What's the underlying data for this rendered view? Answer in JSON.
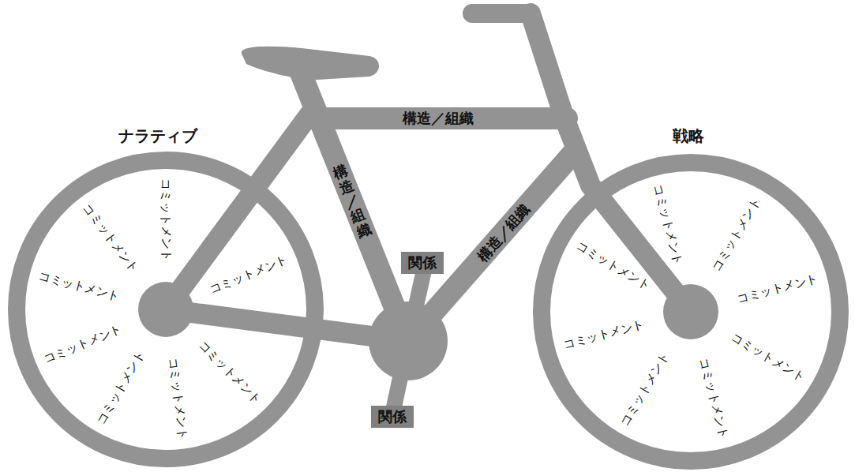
{
  "diagram": {
    "nodes": [
      {
        "text": [
          "関係"
        ]
      },
      {
        "text": [
          "関係"
        ]
      }
    ],
    "labels": [
      "ナラティブ",
      "戦略",
      "構造／組織",
      "構造／組織",
      "構造／組織",
      "コミットメント",
      "コミットメント",
      "コミットメント",
      "コミットメント",
      "コミットメント",
      "コミットメント",
      "コミットメント",
      "コミットメント",
      "コミットメント",
      "コミットメント",
      "コミットメント",
      "コミットメント",
      "コミットメント",
      "コミットメント",
      "コミットメント",
      "コミットメント"
    ]
  }
}
